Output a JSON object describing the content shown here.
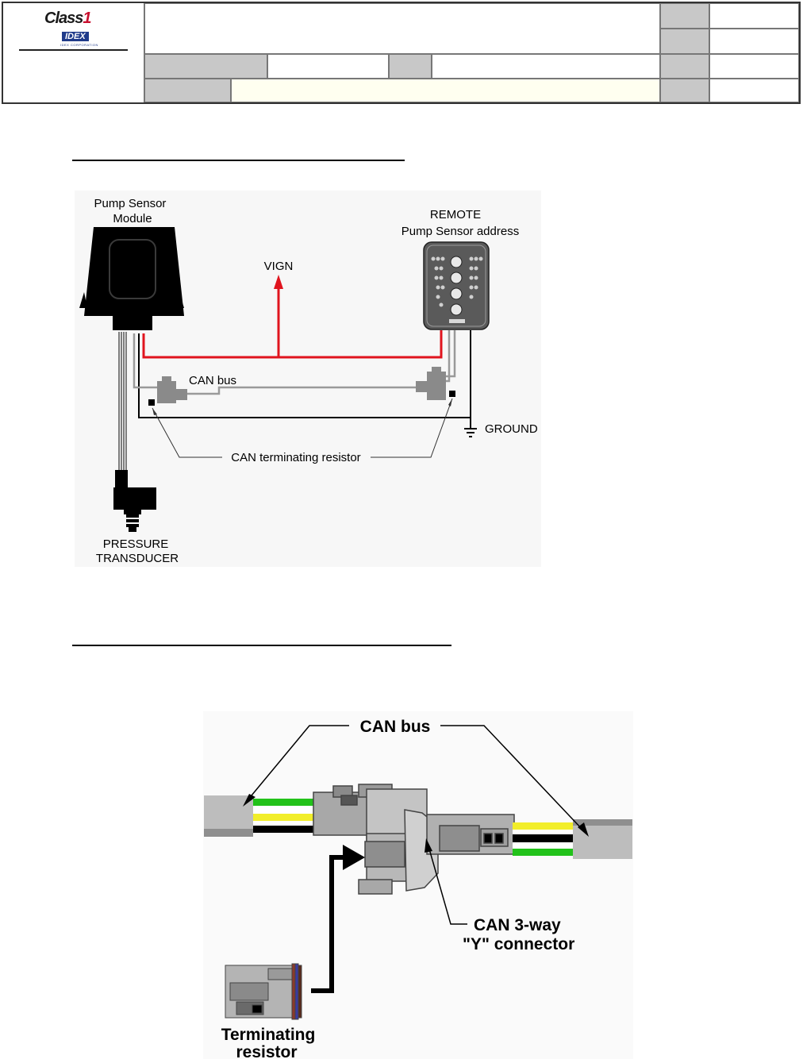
{
  "header": {
    "logo": {
      "wordmark": "Class",
      "numeral": "1",
      "sub_brand": "IDEX",
      "sub_caption": "IDEX CORPORATION"
    }
  },
  "diagram1": {
    "labels": {
      "pump_sensor_module": [
        "Pump Sensor",
        "Module"
      ],
      "remote": [
        "REMOTE",
        "Pump Sensor address"
      ],
      "vign": "VIGN",
      "can_bus": "CAN bus",
      "ground": "GROUND",
      "can_terminating_resistor": "CAN terminating resistor",
      "pressure_transducer": [
        "PRESSURE",
        "TRANSDUCER"
      ]
    },
    "colors": {
      "power_wire": "#e0141e",
      "can_wire": "#9a9a9a",
      "ground_wire": "#000000",
      "module": "#000000",
      "remote_panel": "#555555"
    }
  },
  "diagram2": {
    "labels": {
      "can_bus": "CAN bus",
      "y_connector": [
        "CAN 3-way",
        "\"Y\"  connector"
      ],
      "terminating_resistor": [
        "Terminating",
        "resistor"
      ]
    },
    "colors": {
      "green_wire": "#22c21a",
      "yellow_wire": "#f2ee2a",
      "black_wire": "#000000",
      "connector": "#b8b8b8",
      "cable_jacket": "#bdbdbd"
    }
  }
}
